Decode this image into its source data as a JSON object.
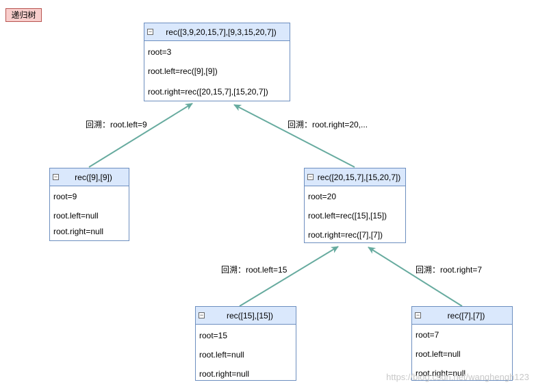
{
  "tag_label": "递归树",
  "nodes": {
    "n_root": {
      "title": "rec([3,9,20,15,7],[9,3,15,20,7])",
      "rows": [
        "root=3",
        "root.left=rec([9],[9])",
        "root.right=rec([20,15,7],[15,20,7])"
      ]
    },
    "n_left": {
      "title": "rec([9],[9])",
      "rows": [
        "root=9",
        "root.left=null",
        "root.right=null"
      ]
    },
    "n_right": {
      "title": "rec([20,15,7],[15,20,7])",
      "rows": [
        "root=20",
        "root.left=rec([15],[15])",
        "root.right=rec([7],[7])"
      ]
    },
    "n_15": {
      "title": "rec([15],[15])",
      "rows": [
        "root=15",
        "root.left=null",
        "root.right=null"
      ]
    },
    "n_7": {
      "title": "rec([7],[7])",
      "rows": [
        "root=7",
        "root.left=null",
        "root.right=null"
      ]
    }
  },
  "edge_labels": {
    "e1": "回溯：root.left=9",
    "e2": "回溯：root.right=20,...",
    "e3": "回溯：root.left=15",
    "e4": "回溯：root.right=7"
  },
  "collapse_glyph": "−",
  "watermark": "https://blog.csdn.net/wanghengh123",
  "colors": {
    "header_fill": "#dae8fc",
    "node_border": "#6c8ebf",
    "tag_fill": "#f8cecc",
    "tag_border": "#b85450",
    "edge": "#67ab9f"
  }
}
